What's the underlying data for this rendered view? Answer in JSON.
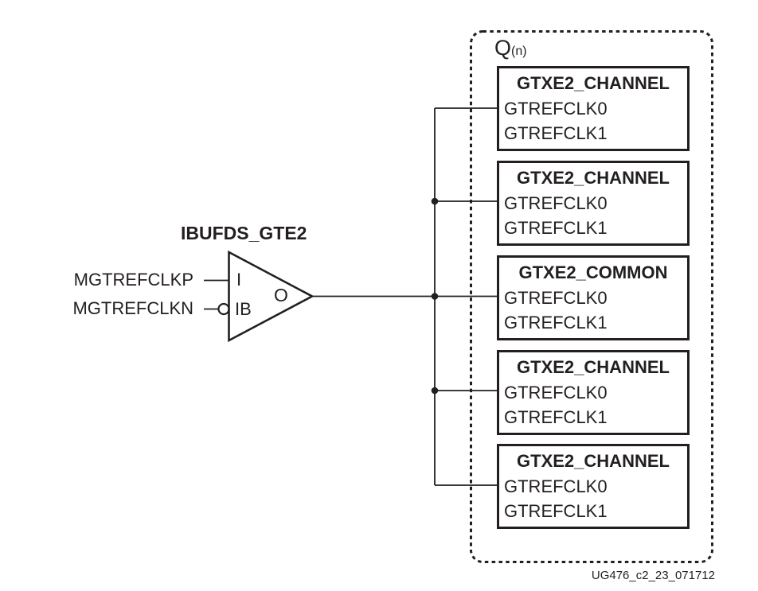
{
  "figure": {
    "ink_color": "#231f20",
    "background_color": "#ffffff",
    "footer_id": "UG476_c2_23_071712"
  },
  "buffer": {
    "title": "IBUFDS_GTE2",
    "input_p_label": "MGTREFCLKP",
    "input_n_label": "MGTREFCLKN",
    "pin_i": "I",
    "pin_ib": "IB",
    "pin_o": "O"
  },
  "quad": {
    "label_main": "Q",
    "label_sub": "(n)",
    "blocks": [
      {
        "title": "GTXE2_CHANNEL",
        "ports": [
          "GTREFCLK0",
          "GTREFCLK1"
        ]
      },
      {
        "title": "GTXE2_CHANNEL",
        "ports": [
          "GTREFCLK0",
          "GTREFCLK1"
        ]
      },
      {
        "title": "GTXE2_COMMON",
        "ports": [
          "GTREFCLK0",
          "GTREFCLK1"
        ]
      },
      {
        "title": "GTXE2_CHANNEL",
        "ports": [
          "GTREFCLK0",
          "GTREFCLK1"
        ]
      },
      {
        "title": "GTXE2_CHANNEL",
        "ports": [
          "GTREFCLK0",
          "GTREFCLK1"
        ]
      }
    ]
  }
}
